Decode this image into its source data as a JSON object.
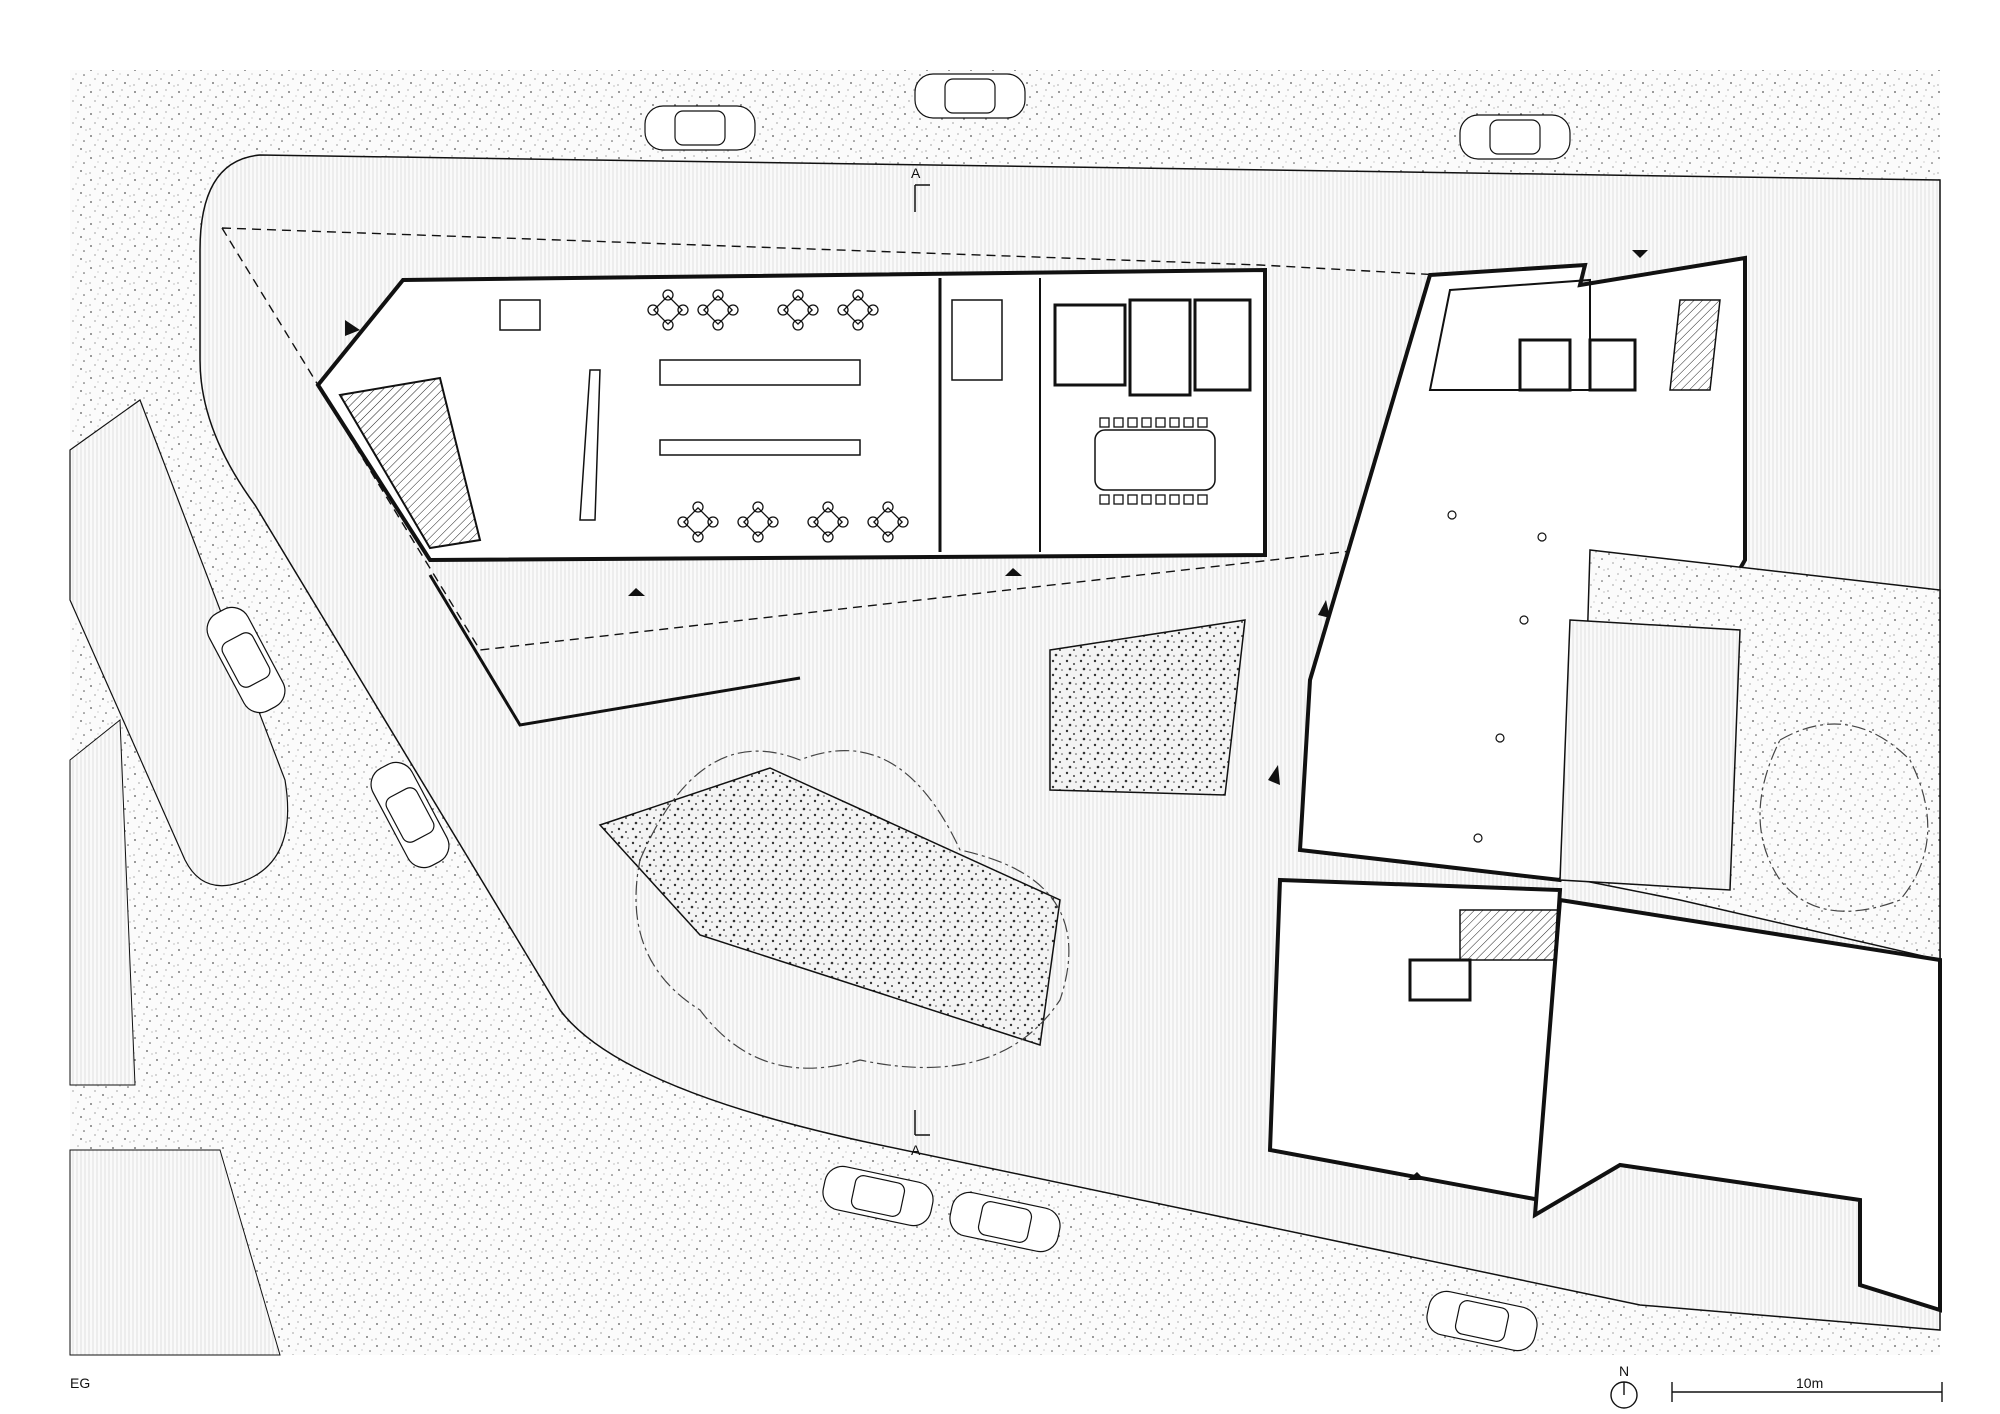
{
  "drawing": {
    "floor_label": "EG",
    "section_marker": "A",
    "north_label": "N",
    "scale_label": "10m"
  },
  "colors": {
    "line": "#111111",
    "background": "#ffffff"
  },
  "legend_icons": [
    "north-arrow-icon",
    "scale-bar-icon"
  ]
}
